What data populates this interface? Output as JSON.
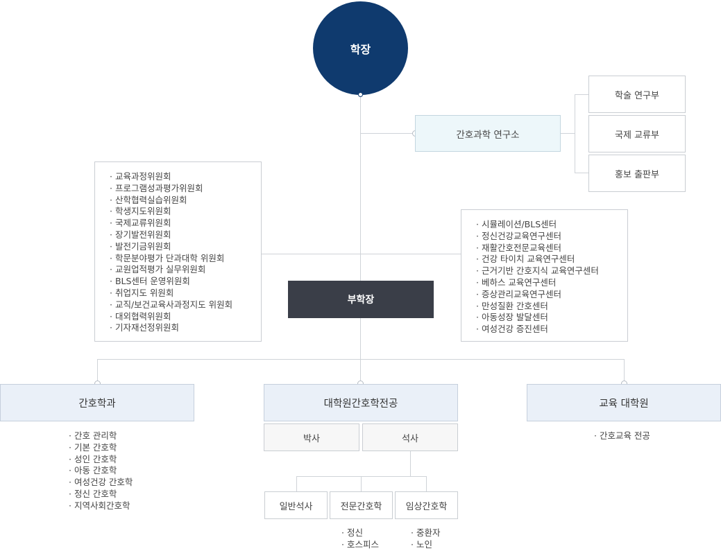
{
  "dean": "학장",
  "institute": {
    "name": "간호과학 연구소",
    "departments": [
      "학술 연구부",
      "국제 교류부",
      "홍보 출판부"
    ]
  },
  "committees": [
    "교육과정위원회",
    "프로그램성과평가위원회",
    "산학협력실습위원회",
    "학생지도위원회",
    "국제교류위원회",
    "장기발전위원회",
    "발전기금위원회",
    "학문분야평가 단과대학 위원회",
    "교원업적평가 실무위원회",
    "BLS센터 운영위원회",
    "취업지도 위원회",
    "교직/보건교육사과정지도 위원회",
    "대외협력위원회",
    "기자재선정위원회"
  ],
  "centers": [
    "시뮬레이션/BLS센터",
    "정신건강교육연구센터",
    "재활간호전문교육센터",
    "건강 타이치 교육연구센터",
    "근거기반 간호지식 교육연구센터",
    "베하스 교육연구센터",
    "증상관리교육연구센터",
    "만성질환 간호센터",
    "아동성장 발달센터",
    "여성건강 증진센터"
  ],
  "vice_dean": "부학장",
  "nursing_dept": {
    "name": "간호학과",
    "majors": [
      "간호 관리학",
      "기본 간호학",
      "성인 간호학",
      "아동 간호학",
      "여성건강 간호학",
      "정신 간호학",
      "지역사회간호학"
    ]
  },
  "grad_school": {
    "name": "대학원간호학전공",
    "phd": "박사",
    "masters": "석사",
    "tracks": [
      "일반석사",
      "전문간호학",
      "임상간호학"
    ],
    "specialist_items": [
      "정신",
      "호스피스"
    ],
    "clinical_items": [
      "중환자",
      "노인"
    ]
  },
  "edu_grad": {
    "name": "교육 대학원",
    "majors": [
      "간호교육 전공"
    ]
  }
}
